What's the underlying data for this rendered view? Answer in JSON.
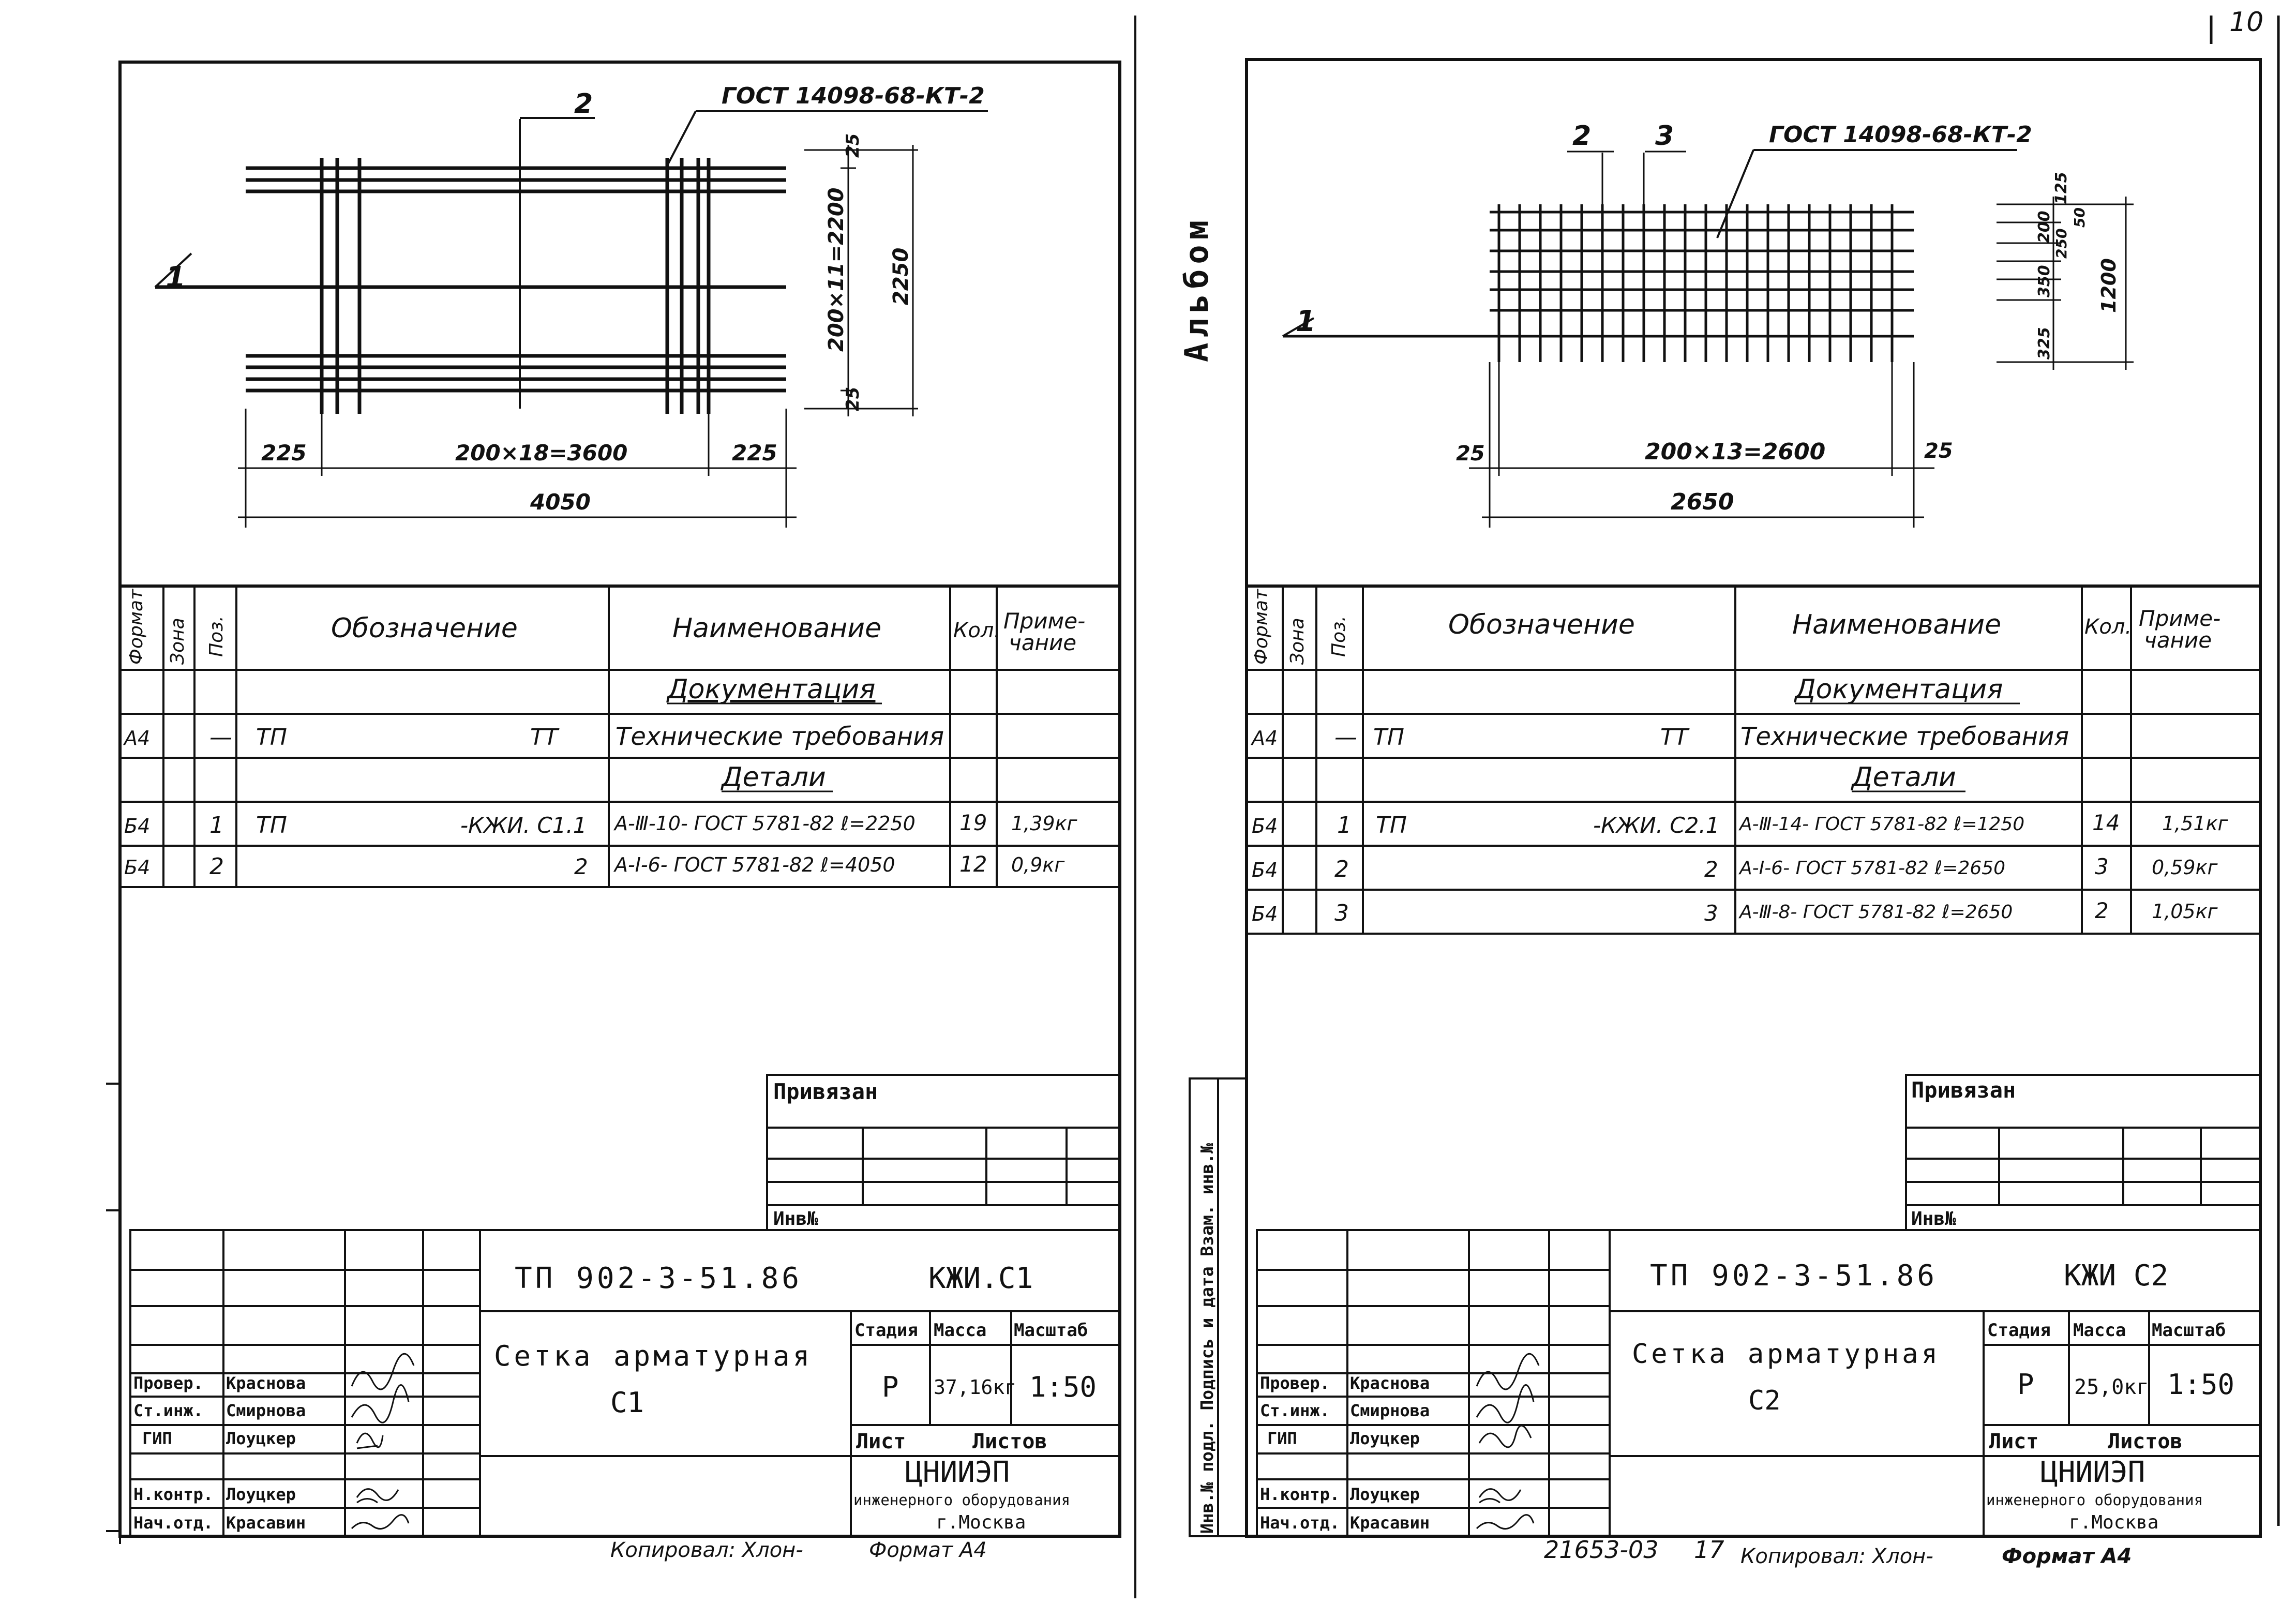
{
  "page_number": "10",
  "album_label": "Альбом",
  "left_sheet": {
    "drawing": {
      "gost_note": "ГОСТ 14098-68-КТ-2",
      "pos_2": "2",
      "pos_1": "1",
      "dim_top_25": "25",
      "dim_bottom_25": "25",
      "dim_spacing_v": "200×11=2200",
      "dim_total_v": "2250",
      "dim_left": "225",
      "dim_spacing_h": "200×18=3600",
      "dim_right": "225",
      "dim_total_h": "4050"
    },
    "spec": {
      "headers": {
        "format": "Формат",
        "zone": "Зона",
        "pos": "Поз.",
        "designation": "Обозначение",
        "name": "Наименование",
        "qty": "Кол.",
        "note": "Приме-\nчание"
      },
      "section_docs": "Документация",
      "section_parts": "Детали",
      "rows": [
        {
          "format": "А4",
          "zone": "",
          "pos": "—",
          "des_left": "ТП",
          "des_right": "ТТ",
          "name": "Технические требования",
          "qty": "",
          "note": ""
        },
        {
          "format": "Б4",
          "zone": "",
          "pos": "1",
          "des_left": "ТП",
          "des_right": "-КЖИ. С1.1",
          "name": "А-Ⅲ-10- ГОСТ 5781-82  ℓ=2250",
          "qty": "19",
          "note": "1,39кг"
        },
        {
          "format": "Б4",
          "zone": "",
          "pos": "2",
          "des_left": "",
          "des_right": "2",
          "name": "А-I-6- ГОСТ 5781-82  ℓ=4050",
          "qty": "12",
          "note": "0,9кг"
        }
      ]
    },
    "privyazan": "Привязан",
    "inv_no": "Инв№",
    "title_block": {
      "doc_code": "ТП 902-3-51.86",
      "mark": "КЖИ.С1",
      "title_line1": "Сетка арматурная",
      "title_line2": "С1",
      "stage_label": "Стадия",
      "mass_label": "Масса",
      "scale_label": "Масштаб",
      "stage": "Р",
      "mass": "37,16кг",
      "scale": "1:50",
      "sheet_label": "Лист",
      "sheets_label": "Листов",
      "org_name": "ЦНИИЭП",
      "org_line2": "инженерного оборудования",
      "org_city": "г.Москва",
      "people": [
        {
          "role": "Провер.",
          "name": "Краснова"
        },
        {
          "role": "Ст.инж.",
          "name": "Смирнова"
        },
        {
          "role": "ГИП",
          "name": "Лоуцкер"
        },
        {
          "role": "Н.контр.",
          "name": "Лоуцкер"
        },
        {
          "role": "Нач.отд.",
          "name": "Красавин"
        }
      ]
    },
    "footer_copied": "Копировал: Хлон-",
    "footer_format": "Формат А4"
  },
  "right_sheet": {
    "drawing": {
      "gost_note": "ГОСТ 14098-68-КТ-2",
      "pos_2": "2",
      "pos_3": "3",
      "pos_1": "1",
      "dim_v_125": "125",
      "dim_v_200": "200",
      "dim_v_250": "250",
      "dim_v_50": "50",
      "dim_v_350": "350",
      "dim_v_325": "325",
      "dim_total_v": "1200",
      "dim_left": "25",
      "dim_spacing_h": "200×13=2600",
      "dim_right": "25",
      "dim_total_h": "2650"
    },
    "spec": {
      "headers": {
        "format": "Формат",
        "zone": "Зона",
        "pos": "Поз.",
        "designation": "Обозначение",
        "name": "Наименование",
        "qty": "Кол.",
        "note": "Приме-\nчание"
      },
      "section_docs": "Документация",
      "section_parts": "Детали",
      "rows": [
        {
          "format": "А4",
          "zone": "",
          "pos": "—",
          "des_left": "ТП",
          "des_right": "ТТ",
          "name": "Технические требования",
          "qty": "",
          "note": ""
        },
        {
          "format": "Б4",
          "zone": "",
          "pos": "1",
          "des_left": "ТП",
          "des_right": "-КЖИ. С2.1",
          "name": "А-Ⅲ-14- ГОСТ 5781-82  ℓ=1250",
          "qty": "14",
          "note": "1,51кг"
        },
        {
          "format": "Б4",
          "zone": "",
          "pos": "2",
          "des_left": "",
          "des_right": "2",
          "name": "А-I-6- ГОСТ 5781-82  ℓ=2650",
          "qty": "3",
          "note": "0,59кг"
        },
        {
          "format": "Б4",
          "zone": "",
          "pos": "3",
          "des_left": "",
          "des_right": "3",
          "name": "А-Ⅲ-8- ГОСТ 5781-82  ℓ=2650",
          "qty": "2",
          "note": "1,05кг"
        }
      ]
    },
    "privyazan": "Привязан",
    "inv_no": "Инв№",
    "side_stamp": "Инв.№ подл. Подпись и дата Взам. инв.№",
    "title_block": {
      "doc_code": "ТП 902-3-51.86",
      "mark": "КЖИ С2",
      "title_line1": "Сетка арматурная",
      "title_line2": "С2",
      "stage_label": "Стадия",
      "mass_label": "Масса",
      "scale_label": "Масштаб",
      "stage": "Р",
      "mass": "25,0кг",
      "scale": "1:50",
      "sheet_label": "Лист",
      "sheets_label": "Листов",
      "org_name": "ЦНИИЭП",
      "org_line2": "инженерного оборудования",
      "org_city": "г.Москва",
      "people": [
        {
          "role": "Провер.",
          "name": "Краснова"
        },
        {
          "role": "Ст.инж.",
          "name": "Смирнова"
        },
        {
          "role": "ГИП",
          "name": "Лоуцкер"
        },
        {
          "role": "Н.контр.",
          "name": "Лоуцкер"
        },
        {
          "role": "Нач.отд.",
          "name": "Красавин"
        }
      ]
    },
    "footer_number": "21653-03",
    "footer_sheet": "17",
    "footer_copied": "Копировал: Хлон-",
    "footer_format": "Формат А4"
  }
}
